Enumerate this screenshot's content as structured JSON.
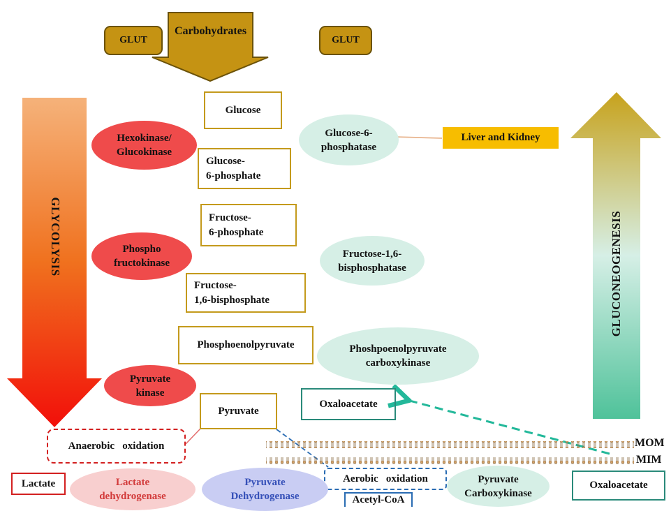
{
  "top": {
    "carbohydrates": "Carbohydrates",
    "glut_left": "GLUT",
    "glut_right": "GLUT"
  },
  "pathway": {
    "glucose": "Glucose",
    "glucose_6_phosphate": "Glucose-\n6-phosphate",
    "fructose_6_phosphate": "Fructose-\n6-phosphate",
    "fructose_1_6_bisphosphate": "Fructose-\n1,6-bisphosphate",
    "phosphoenolpyruvate": "Phosphoenolpyruvate",
    "pyruvate": "Pyruvate"
  },
  "glycolysis": {
    "label": "GLYCOLYSIS",
    "enzymes": {
      "hexokinase": "Hexokinase/\nGlucokinase",
      "phosphofructokinase": "Phospho\nfructokinase",
      "pyruvate_kinase": "Pyruvate\nkinase"
    }
  },
  "gluconeogenesis": {
    "label": "GLUCONEOGENESIS",
    "enzymes": {
      "glucose_6_phosphatase": "Glucose-6-\nphosphatase",
      "fructose_bisphosphatase": "Fructose-1,6-\nbisphosphatase",
      "pepck": "Phoshpoenolpyruvate\ncarboxykinase",
      "pyruvate_carboxykinase": "Pyruvate\nCarboxykinase"
    },
    "liver_kidney": "Liver and Kidney",
    "oxaloacetate_cytosol": "Oxaloacetate",
    "oxaloacetate_mito": "Oxaloacetate"
  },
  "bottom": {
    "anaerobic": "Anaerobic   oxidation",
    "aerobic": "Aerobic   oxidation",
    "lactate": "Lactate",
    "lactate_dehydrogenase": "Lactate\ndehydrogenase",
    "pyruvate_dehydrogenase": "Pyruvate\nDehydrogenase",
    "acetyl_coa": "Acetyl-CoA",
    "mom": "MOM",
    "mim": "MIM"
  },
  "colors": {
    "gold": "#c59313",
    "enzyme_red": "#ef4b4b",
    "enzyme_mint": "#d6efe6",
    "glycolysis_top": "#f5b27a",
    "glycolysis_bottom": "#f20f0a",
    "gluconeo_top": "#c7a21c",
    "gluconeo_bottom": "#4fc29a",
    "anaerobic_dash": "#d32020",
    "aerobic_dash": "#2a6cb3",
    "oxaloacetate_arrow": "#23b89a"
  }
}
